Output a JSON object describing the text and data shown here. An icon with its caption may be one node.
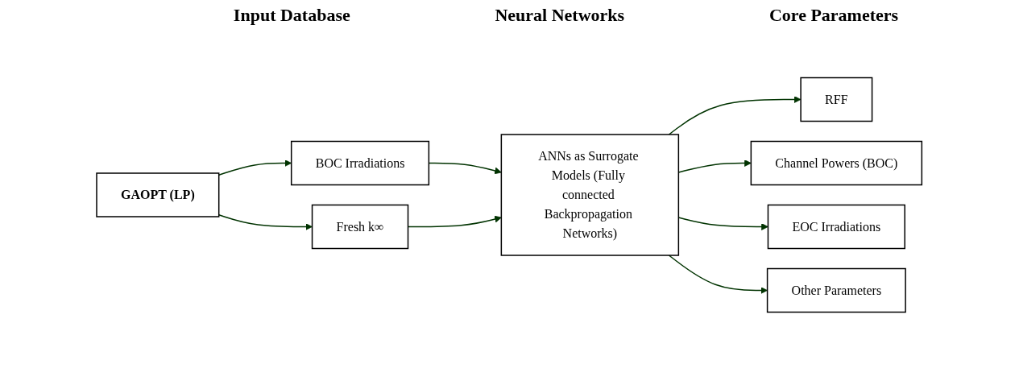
{
  "diagram": {
    "nodes": [
      {
        "text": [
          "GAOPT (LP)"
        ]
      },
      {
        "text": [
          "BOC Irradiations"
        ]
      },
      {
        "text": [
          "Fresh k∞"
        ]
      },
      {
        "text": [
          "ANNs as Surrogate Models (Fully connected Backpropagation Networks)"
        ]
      },
      {
        "text": [
          "RFF"
        ]
      },
      {
        "text": [
          "Channel Powers (BOC)"
        ]
      },
      {
        "text": [
          "EOC Irradiations"
        ]
      },
      {
        "text": [
          "Other Parameters"
        ]
      }
    ],
    "edges": [
      {
        "from": 0,
        "to": 1,
        "arrow": "to"
      },
      {
        "from": 0,
        "to": 2,
        "arrow": "to"
      },
      {
        "from": 1,
        "to": 3,
        "arrow": "to"
      },
      {
        "from": 2,
        "to": 3,
        "arrow": "to"
      },
      {
        "from": 3,
        "to": 4,
        "arrow": "to"
      },
      {
        "from": 3,
        "to": 5,
        "arrow": "to"
      },
      {
        "from": 3,
        "to": 6,
        "arrow": "to"
      },
      {
        "from": 3,
        "to": 7,
        "arrow": "to"
      }
    ],
    "labels": [
      "Input Database",
      "Neural Networks",
      "Core Parameters"
    ]
  }
}
